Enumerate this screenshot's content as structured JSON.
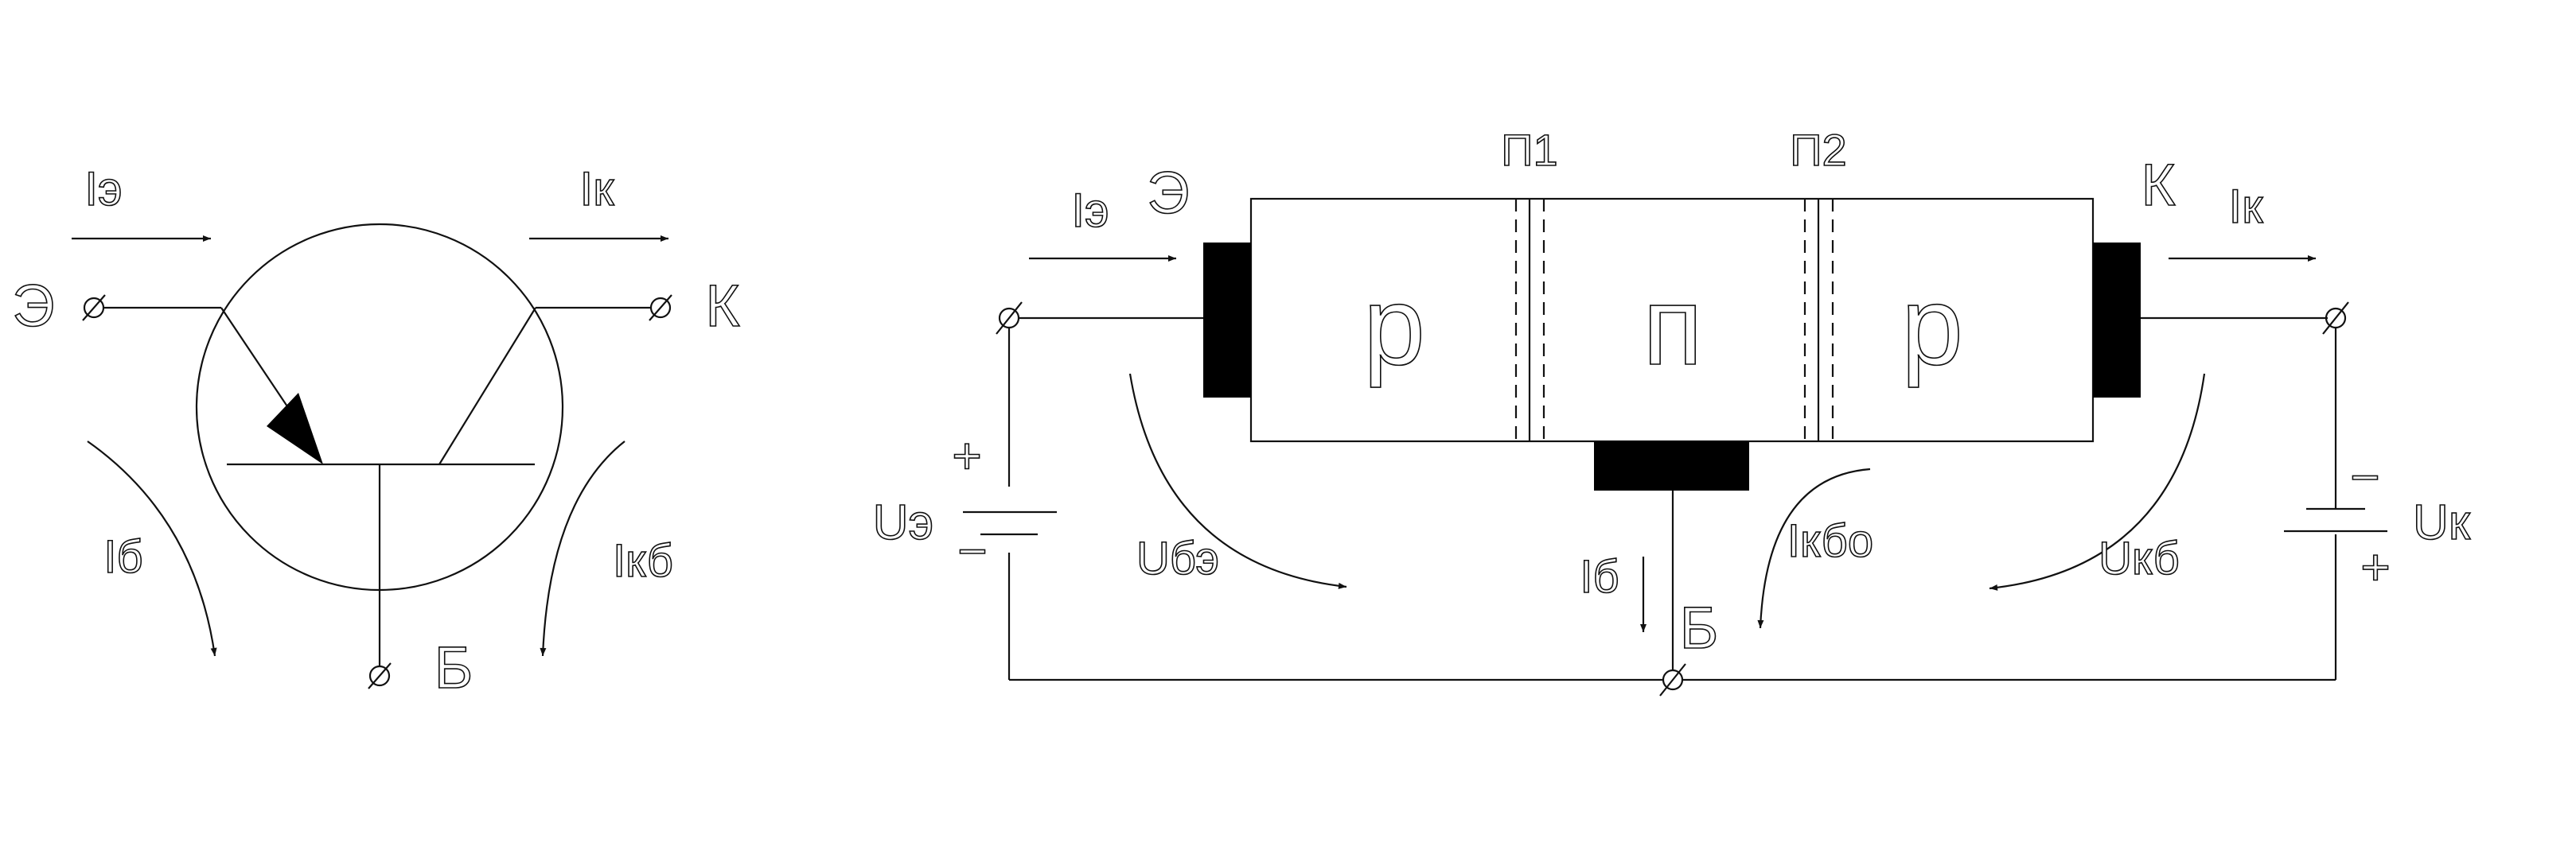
{
  "symbol": {
    "emitter_current": "Iэ",
    "collector_current": "Iк",
    "emitter_terminal": "Э",
    "collector_terminal": "К",
    "base_terminal": "Б",
    "base_current": "Iб",
    "collector_base_current": "Iкб"
  },
  "structure": {
    "junction_1": "П1",
    "junction_2": "П2",
    "emitter_current": "Iэ",
    "emitter_terminal": "Э",
    "collector_terminal": "К",
    "collector_current": "Iк",
    "region_left": "р",
    "region_middle": "п",
    "region_right": "р",
    "emitter_source_plus": "+",
    "emitter_source_minus": "−",
    "emitter_voltage": "Uэ",
    "base_emitter_voltage": "Uбэ",
    "base_current": "Iб",
    "base_terminal": "Б",
    "collector_reverse_current": "Iкбо",
    "collector_base_voltage": "Uкб",
    "collector_source_minus": "−",
    "collector_voltage": "Uк",
    "collector_source_plus": "+"
  }
}
